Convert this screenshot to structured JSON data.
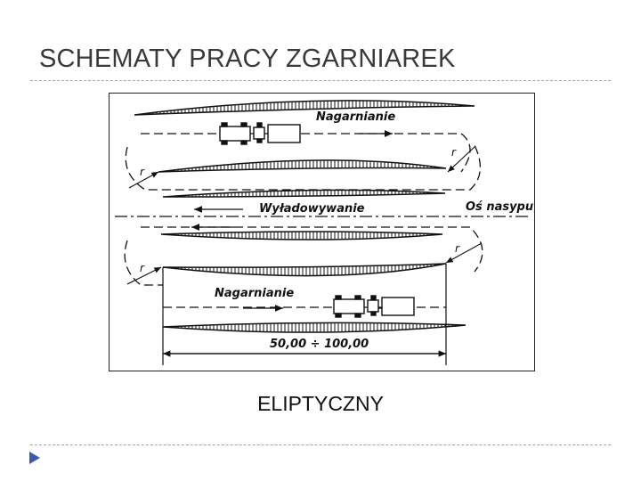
{
  "slide": {
    "title": "SCHEMATY PRACY ZGARNIAREK",
    "caption": "ELIPTYCZNY"
  },
  "diagram": {
    "label_loading_top": "Nagarnianie",
    "label_unloading": "Wyładowywanie",
    "label_axis": "Oś nasypu",
    "label_loading_bottom": "Nagarnianie",
    "radius_label": "r",
    "dimension": "50,00 ÷ 100,00"
  },
  "colors": {
    "title": "#3a3a3a",
    "rule": "#9aa3b2",
    "nav_arrow": "#3b5aa8"
  }
}
